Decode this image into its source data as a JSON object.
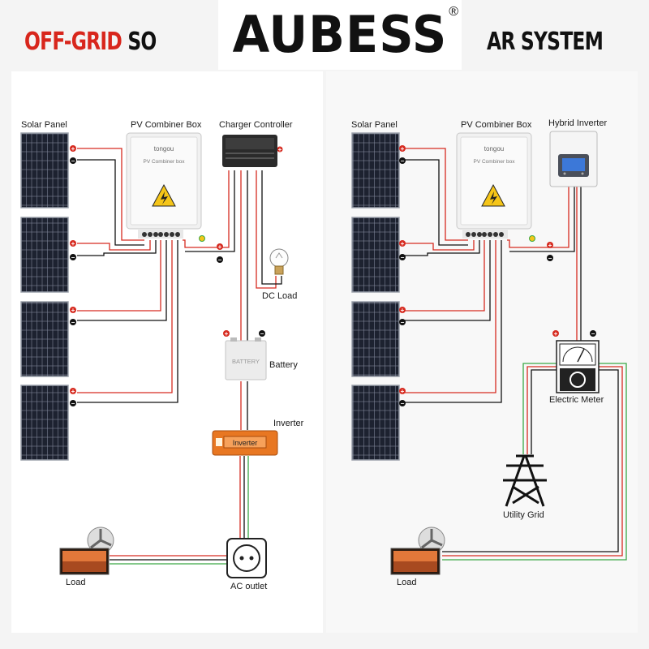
{
  "header": {
    "left_title": "OFF-GRID",
    "left_title_rest": "SO",
    "right_title": "AR SYSTEM",
    "brand": "AUBESS",
    "registered": "®"
  },
  "left_diagram": {
    "solar_panel": "Solar Panel",
    "combiner_box": "PV Combiner Box",
    "charge_controller": "Charger Controller",
    "dc_load": "DC Load",
    "battery": "Battery",
    "battery_text": "BATTERY",
    "inverter": "Inverter",
    "inverter_text": "Inverter",
    "load": "Load",
    "ac_outlet": "AC outlet",
    "combiner_brand": "tongou",
    "combiner_subtitle": "PV Combiner box"
  },
  "right_diagram": {
    "solar_panel": "Solar Panel",
    "combiner_box": "PV Combiner Box",
    "hybrid_inverter": "Hybrid Inverter",
    "electric_meter": "Electric Meter",
    "utility_grid": "Utility Grid",
    "load": "Load",
    "combiner_brand": "tongou",
    "combiner_subtitle": "PV Combiner box"
  },
  "colors": {
    "header_red": "#d8261c",
    "wire_red": "#d62b20",
    "wire_black": "#111111",
    "wire_green": "#3aa845",
    "panel_blue": "#1d2230",
    "inverter_orange": "#e87722"
  }
}
